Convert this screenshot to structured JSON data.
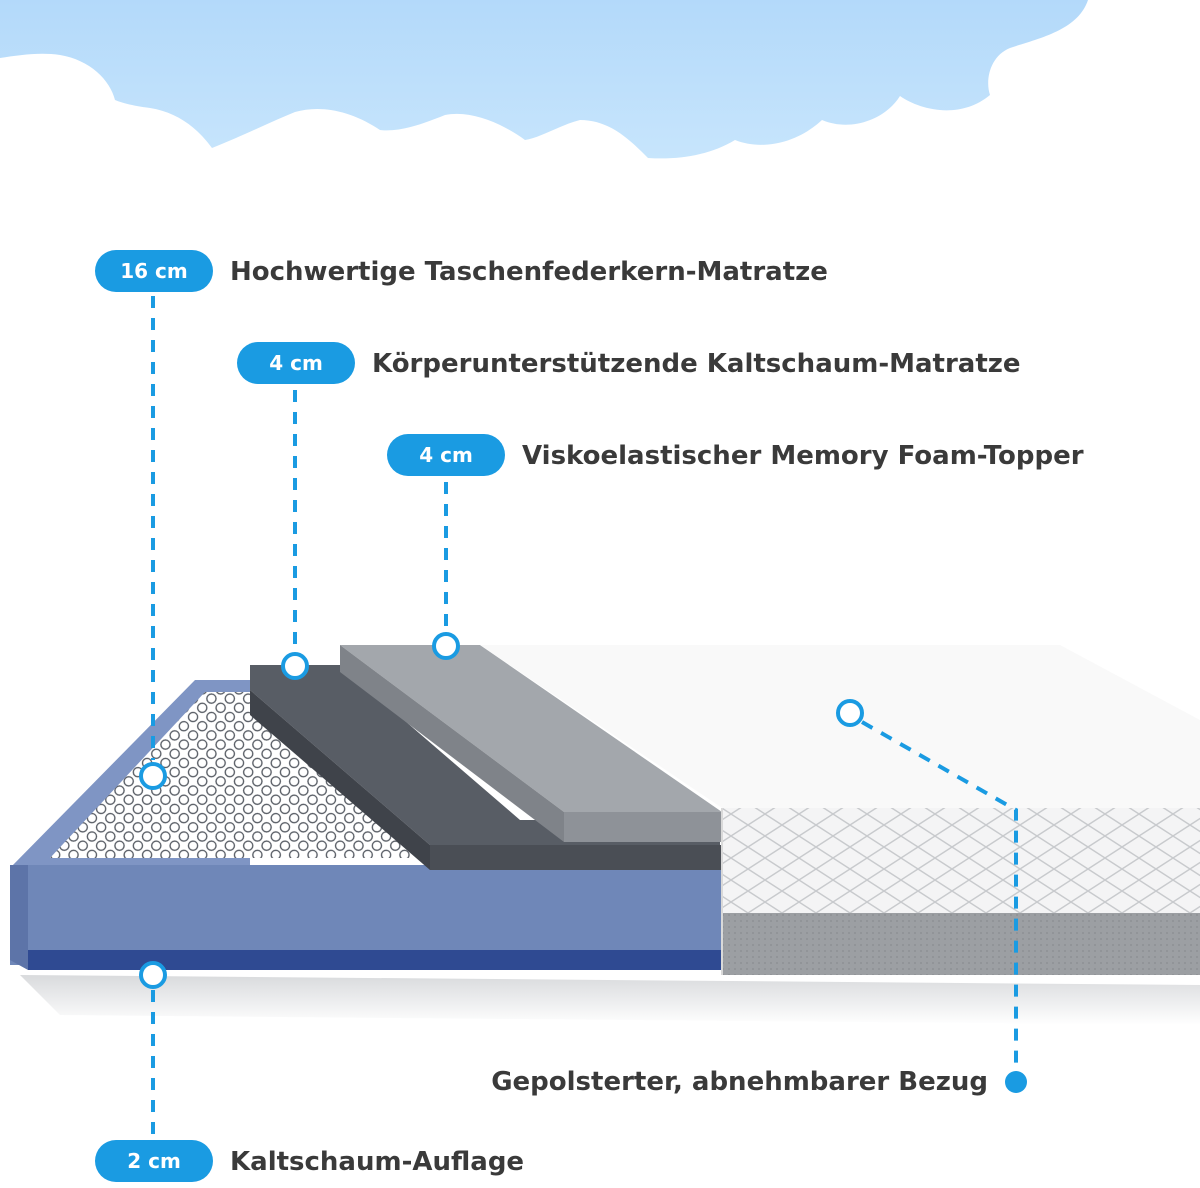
{
  "colors": {
    "accent": "#1a9be2",
    "sky": "#bde0fb",
    "base_foam": "#6f87b8",
    "cold_foam": "#5b6068",
    "memory_foam": "#9a9ea3",
    "cover": "#f7f7f7",
    "text": "#3a3a3a"
  },
  "layers": [
    {
      "thickness": "16 cm",
      "label": "Hochwertige Taschenfederkern-Matratze"
    },
    {
      "thickness": "4 cm",
      "label": "Körperunterstützende Kaltschaum-Matratze"
    },
    {
      "thickness": "4 cm",
      "label": "Viskoelastischer Memory Foam-Topper"
    },
    {
      "thickness": "2 cm",
      "label": "Kaltschaum-Auflage"
    }
  ],
  "cover": {
    "label": "Gepolsterter, abnehmbarer Bezug"
  }
}
